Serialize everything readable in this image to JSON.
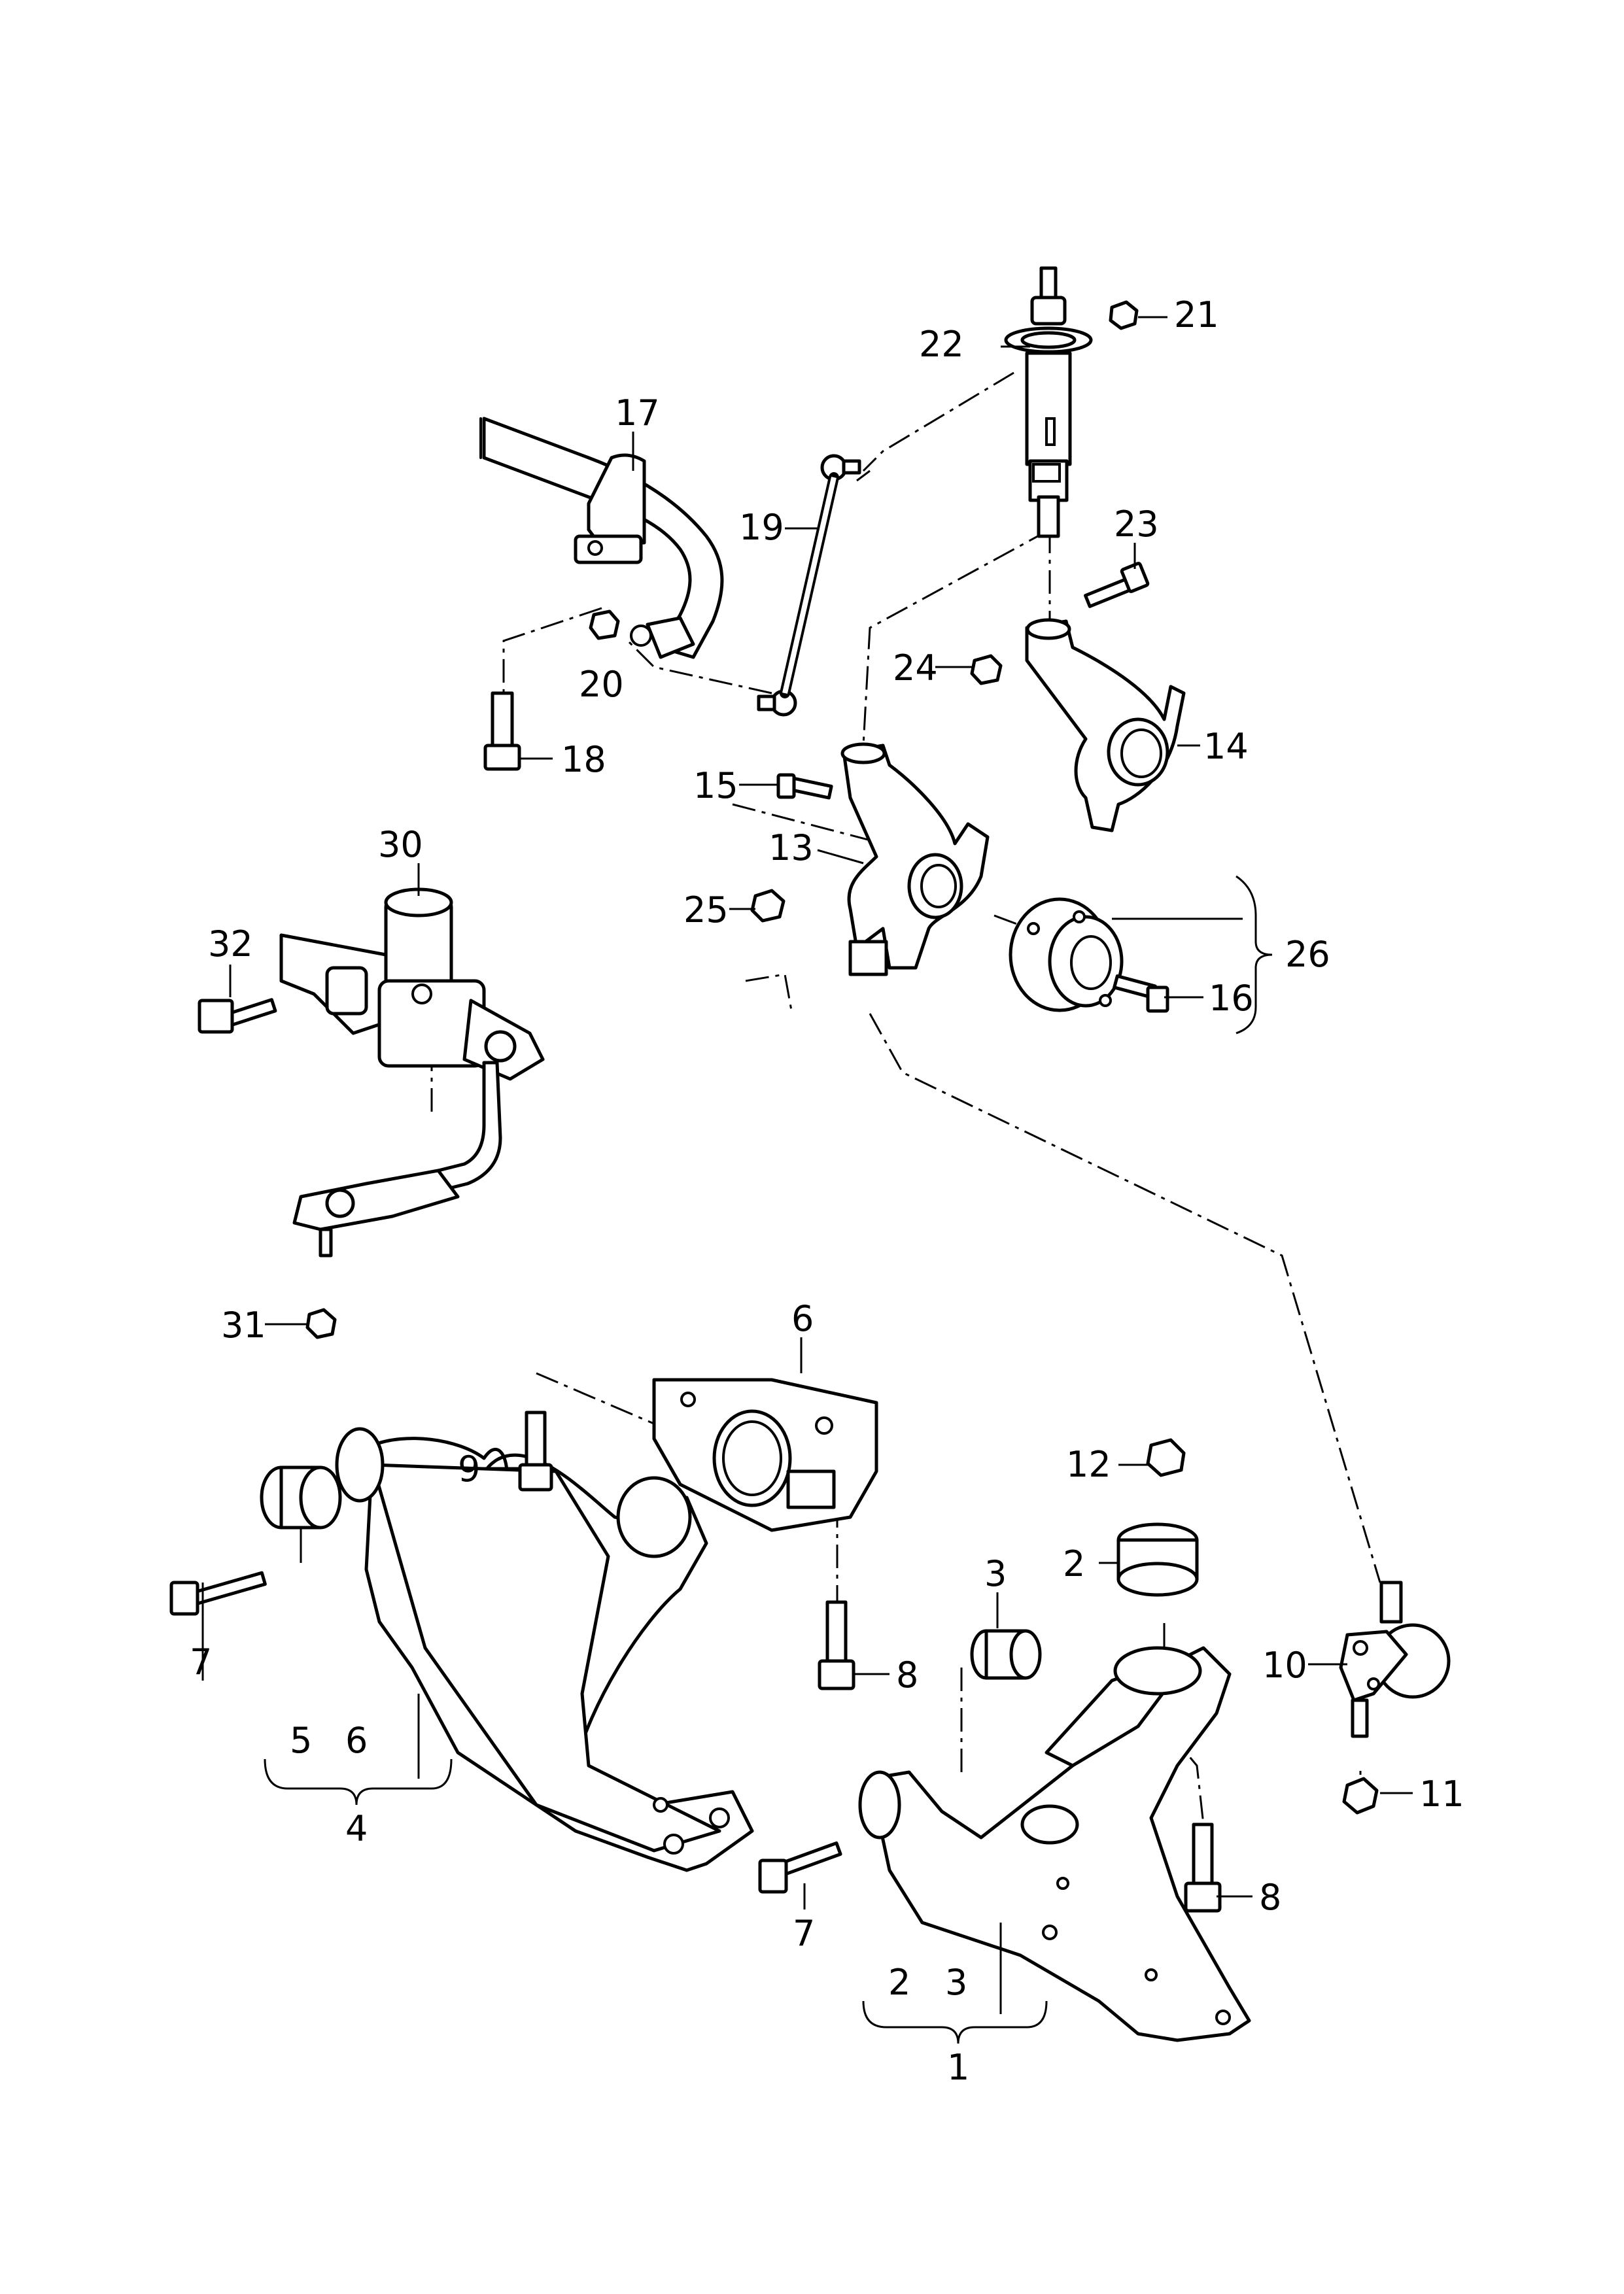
{
  "callouts": {
    "c1": "1",
    "c2a": "2",
    "c2b": "2",
    "c3a": "3",
    "c3b": "3",
    "c4": "4",
    "c5": "5",
    "c6a": "6",
    "c6b": "6",
    "c7a": "7",
    "c7b": "7",
    "c8a": "8",
    "c8b": "8",
    "c9": "9",
    "c10": "10",
    "c11": "11",
    "c12": "12",
    "c13": "13",
    "c14": "14",
    "c15": "15",
    "c16": "16",
    "c17": "17",
    "c18": "18",
    "c19": "19",
    "c20": "20",
    "c21": "21",
    "c22": "22",
    "c23": "23",
    "c24": "24",
    "c25": "25",
    "c26": "26",
    "c30": "30",
    "c31": "31",
    "c32": "32"
  }
}
